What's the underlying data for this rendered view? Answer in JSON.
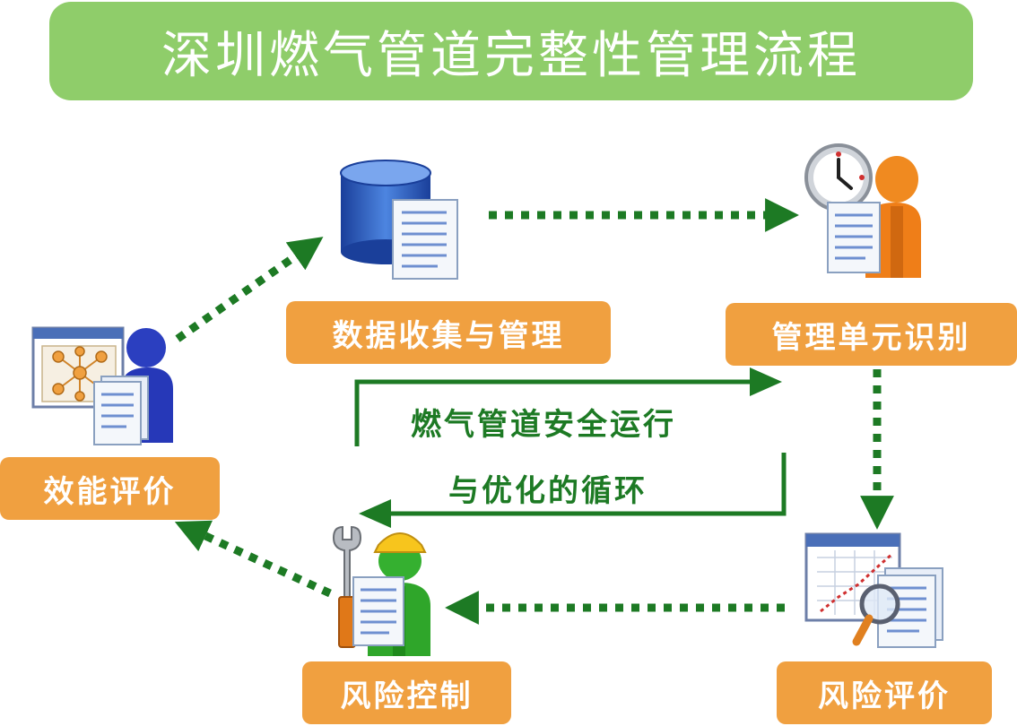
{
  "title": "深圳燃气管道完整性管理流程",
  "nodes": {
    "data_collection": "数据收集与管理",
    "unit_identification": "管理单元识别",
    "risk_assessment": "风险评价",
    "risk_control": "风险控制",
    "performance_evaluation": "效能评价"
  },
  "center": {
    "line1": "燃气管道安全运行",
    "line2": "与优化的循环"
  },
  "icons": {
    "data_collection": "database-document-icon",
    "unit_identification": "clock-person-document-icon",
    "risk_assessment": "chart-magnifier-document-icon",
    "risk_control": "worker-wrench-document-icon",
    "performance_evaluation": "network-person-document-icon"
  },
  "colors": {
    "title_bg": "#8fcd6a",
    "label_bg": "#f0a040",
    "arrow": "#1d7a24"
  }
}
